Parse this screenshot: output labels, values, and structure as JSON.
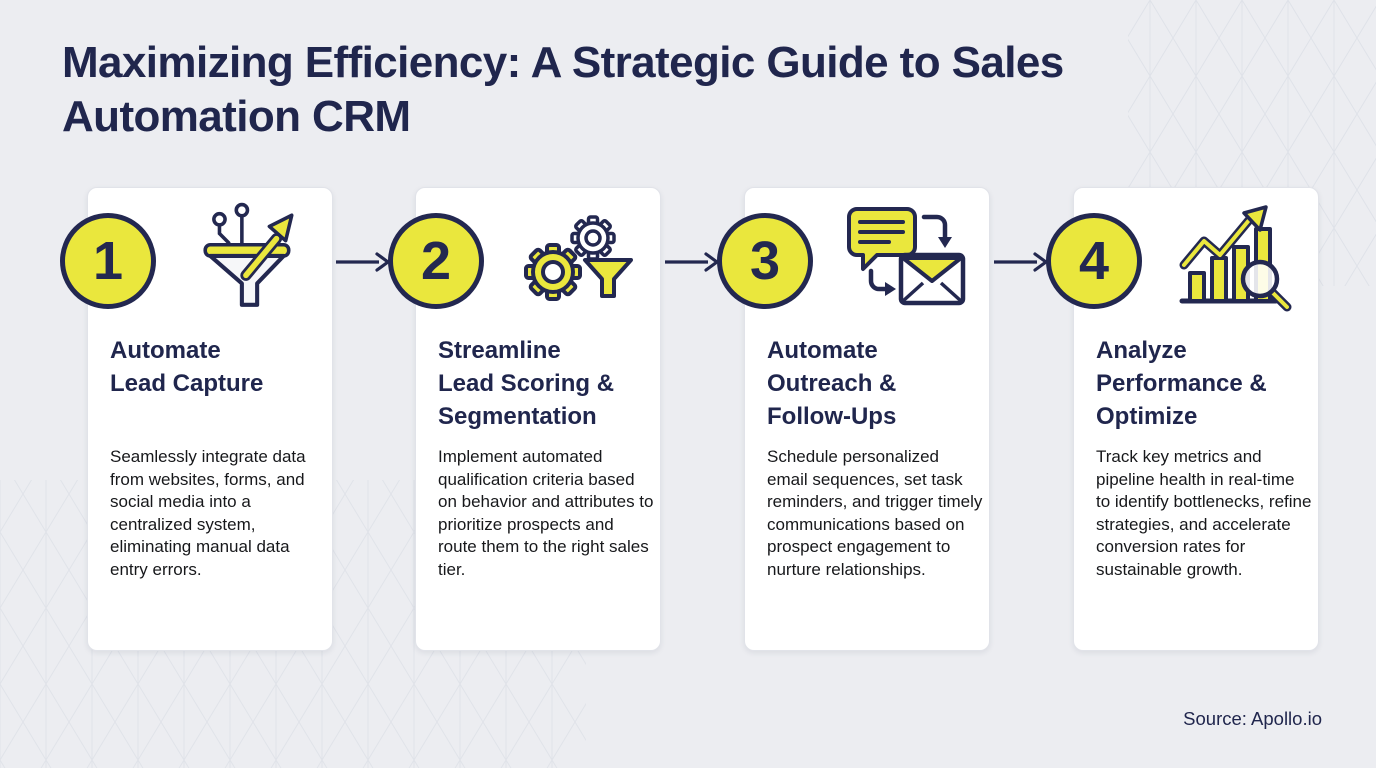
{
  "page": {
    "title": "Maximizing Efficiency: A Strategic Guide to Sales\nAutomation CRM",
    "source": "Source: Apollo.io"
  },
  "colors": {
    "background": "#ecedf1",
    "card_background": "#ffffff",
    "accent_yellow": "#eae73d",
    "navy": "#232850",
    "body_text": "#17181b",
    "pattern_line": "#d7dbe3"
  },
  "steps": [
    {
      "number": "1",
      "icon": "funnel-arrow-icon",
      "title": "Automate\nLead Capture",
      "description": "Seamlessly integrate data from websites, forms, and social media into a centralized system, eliminating manual data entry errors."
    },
    {
      "number": "2",
      "icon": "gears-funnel-icon",
      "title": "Streamline\nLead Scoring &\nSegmentation",
      "description": "Implement automated qualification criteria based on behavior and attributes to prioritize prospects and route them to the right sales tier."
    },
    {
      "number": "3",
      "icon": "chat-envelope-icon",
      "title": "Automate\nOutreach &\nFollow-Ups",
      "description": "Schedule personalized email sequences, set task reminders, and trigger timely communications based on prospect engagement to nurture relationships."
    },
    {
      "number": "4",
      "icon": "bar-chart-magnifier-icon",
      "title": "Analyze\nPerformance &\nOptimize",
      "description": "Track key metrics and pipeline health in real-time to identify bottlenecks, refine strategies, and accelerate conversion rates for sustainable growth."
    }
  ]
}
